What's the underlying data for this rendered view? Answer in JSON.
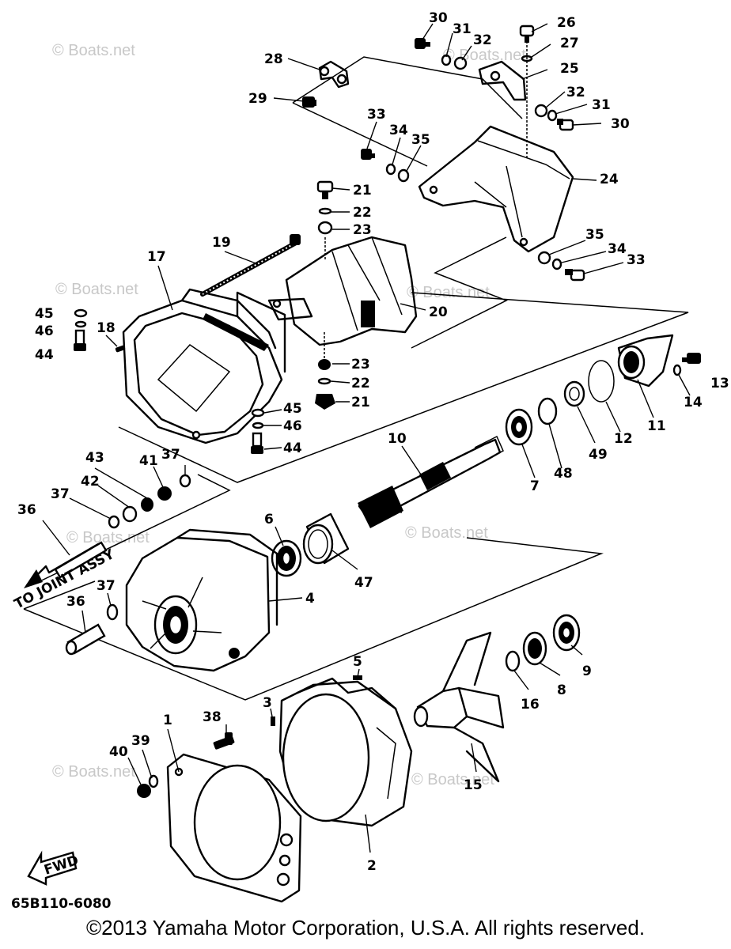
{
  "watermark": "© Boats.net",
  "diagram_code": "65B110-6080",
  "fwd_label": "FWD",
  "joint_label": "TO JOINT ASSY",
  "copyright": "©2013 Yamaha Motor Corporation, U.S.A. All rights reserved.",
  "callouts": [
    {
      "id": "c1",
      "label": "1"
    },
    {
      "id": "c2",
      "label": "2"
    },
    {
      "id": "c3",
      "label": "3"
    },
    {
      "id": "c4",
      "label": "4"
    },
    {
      "id": "c5",
      "label": "5"
    },
    {
      "id": "c6",
      "label": "6"
    },
    {
      "id": "c7",
      "label": "7"
    },
    {
      "id": "c8",
      "label": "8"
    },
    {
      "id": "c9",
      "label": "9"
    },
    {
      "id": "c10",
      "label": "10"
    },
    {
      "id": "c11",
      "label": "11"
    },
    {
      "id": "c12",
      "label": "12"
    },
    {
      "id": "c13",
      "label": "13"
    },
    {
      "id": "c14",
      "label": "14"
    },
    {
      "id": "c15",
      "label": "15"
    },
    {
      "id": "c16",
      "label": "16"
    },
    {
      "id": "c17",
      "label": "17"
    },
    {
      "id": "c18",
      "label": "18"
    },
    {
      "id": "c19",
      "label": "19"
    },
    {
      "id": "c20",
      "label": "20"
    },
    {
      "id": "c21a",
      "label": "21"
    },
    {
      "id": "c21b",
      "label": "21"
    },
    {
      "id": "c22a",
      "label": "22"
    },
    {
      "id": "c22b",
      "label": "22"
    },
    {
      "id": "c23a",
      "label": "23"
    },
    {
      "id": "c23b",
      "label": "23"
    },
    {
      "id": "c24",
      "label": "24"
    },
    {
      "id": "c25",
      "label": "25"
    },
    {
      "id": "c26",
      "label": "26"
    },
    {
      "id": "c27",
      "label": "27"
    },
    {
      "id": "c28",
      "label": "28"
    },
    {
      "id": "c29",
      "label": "29"
    },
    {
      "id": "c30a",
      "label": "30"
    },
    {
      "id": "c30b",
      "label": "30"
    },
    {
      "id": "c31a",
      "label": "31"
    },
    {
      "id": "c31b",
      "label": "31"
    },
    {
      "id": "c32a",
      "label": "32"
    },
    {
      "id": "c32b",
      "label": "32"
    },
    {
      "id": "c33a",
      "label": "33"
    },
    {
      "id": "c33b",
      "label": "33"
    },
    {
      "id": "c34a",
      "label": "34"
    },
    {
      "id": "c34b",
      "label": "34"
    },
    {
      "id": "c35a",
      "label": "35"
    },
    {
      "id": "c35b",
      "label": "35"
    },
    {
      "id": "c36a",
      "label": "36"
    },
    {
      "id": "c36b",
      "label": "36"
    },
    {
      "id": "c37a",
      "label": "37"
    },
    {
      "id": "c37b",
      "label": "37"
    },
    {
      "id": "c37c",
      "label": "37"
    },
    {
      "id": "c38",
      "label": "38"
    },
    {
      "id": "c39",
      "label": "39"
    },
    {
      "id": "c40",
      "label": "40"
    },
    {
      "id": "c41",
      "label": "41"
    },
    {
      "id": "c42",
      "label": "42"
    },
    {
      "id": "c43",
      "label": "43"
    },
    {
      "id": "c44a",
      "label": "44"
    },
    {
      "id": "c44b",
      "label": "44"
    },
    {
      "id": "c45a",
      "label": "45"
    },
    {
      "id": "c45b",
      "label": "45"
    },
    {
      "id": "c46a",
      "label": "46"
    },
    {
      "id": "c46b",
      "label": "46"
    },
    {
      "id": "c47",
      "label": "47"
    },
    {
      "id": "c48",
      "label": "48"
    },
    {
      "id": "c49",
      "label": "49"
    }
  ]
}
